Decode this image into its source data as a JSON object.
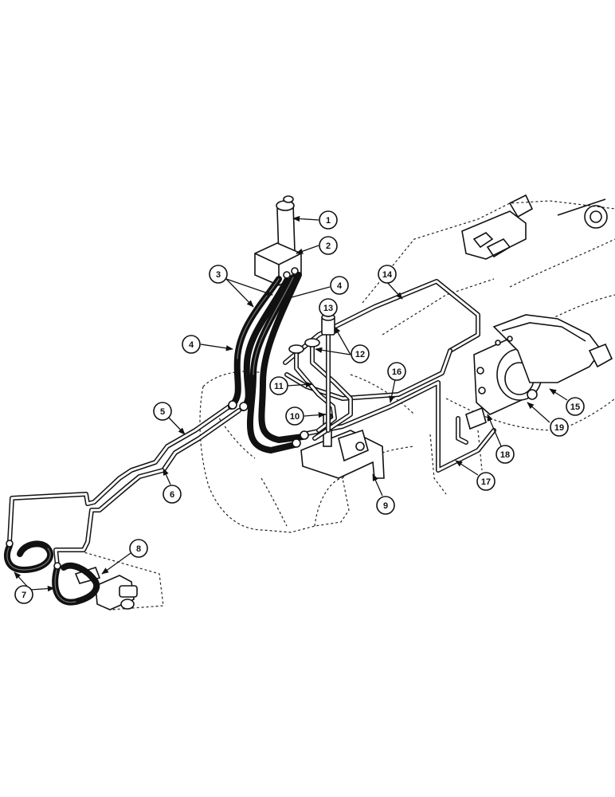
{
  "callouts": {
    "c1": "1",
    "c2": "2",
    "c3": "3",
    "c4a": "4",
    "c4b": "4",
    "c5": "5",
    "c6": "6",
    "c7": "7",
    "c8": "8",
    "c9": "9",
    "c10": "10",
    "c11": "11",
    "c12": "12",
    "c13": "13",
    "c14": "14",
    "c15": "15",
    "c16": "16",
    "c17": "17",
    "c18": "18",
    "c19": "19"
  }
}
